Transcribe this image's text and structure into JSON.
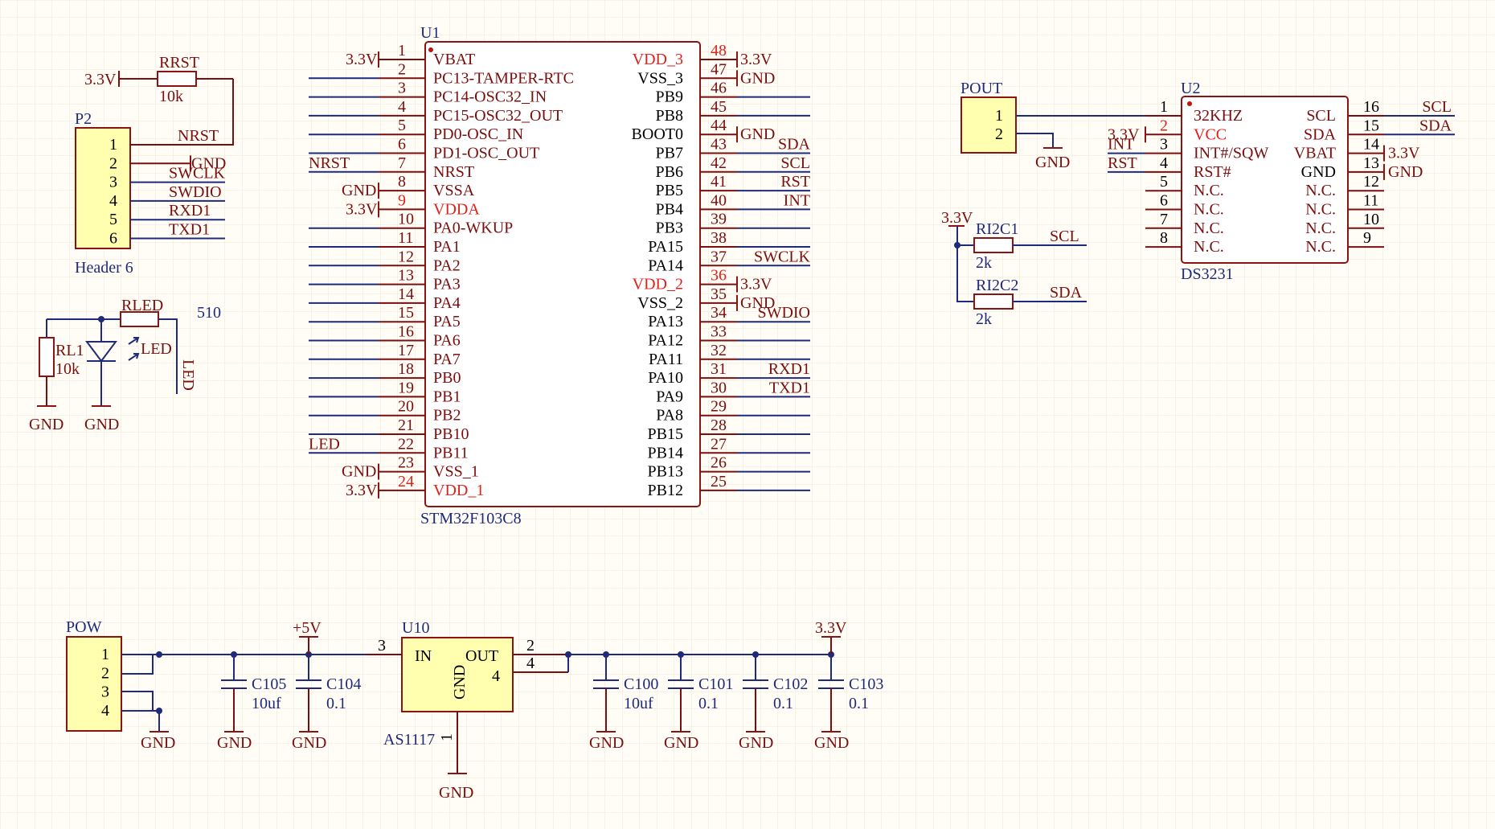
{
  "colors": {
    "background": "#FFFDF6",
    "grid": "#E8E2D4",
    "component": "#8A1414",
    "wire": "#1E2A7A",
    "power_pin_red": "#E0201A",
    "label": "#7A0E0E",
    "body_fill": "#FFFFFF",
    "connector_fill": "#FFFFAF"
  },
  "u1": {
    "designator": "U1",
    "part": "STM32F103C8",
    "left_pins": [
      {
        "num": "1",
        "name": "VBAT"
      },
      {
        "num": "2",
        "name": "PC13-TAMPER-RTC"
      },
      {
        "num": "3",
        "name": "PC14-OSC32_IN"
      },
      {
        "num": "4",
        "name": "PC15-OSC32_OUT"
      },
      {
        "num": "5",
        "name": "PD0-OSC_IN"
      },
      {
        "num": "6",
        "name": "PD1-OSC_OUT"
      },
      {
        "num": "7",
        "name": "NRST"
      },
      {
        "num": "8",
        "name": "VSSA"
      },
      {
        "num": "9",
        "name": "VDDA"
      },
      {
        "num": "10",
        "name": "PA0-WKUP"
      },
      {
        "num": "11",
        "name": "PA1"
      },
      {
        "num": "12",
        "name": "PA2"
      },
      {
        "num": "13",
        "name": "PA3"
      },
      {
        "num": "14",
        "name": "PA4"
      },
      {
        "num": "15",
        "name": "PA5"
      },
      {
        "num": "16",
        "name": "PA6"
      },
      {
        "num": "17",
        "name": "PA7"
      },
      {
        "num": "18",
        "name": "PB0"
      },
      {
        "num": "19",
        "name": "PB1"
      },
      {
        "num": "20",
        "name": "PB2"
      },
      {
        "num": "21",
        "name": "PB10"
      },
      {
        "num": "22",
        "name": "PB11"
      },
      {
        "num": "23",
        "name": "VSS_1"
      },
      {
        "num": "24",
        "name": "VDD_1"
      }
    ],
    "right_pins": [
      {
        "num": "48",
        "name": "VDD_3"
      },
      {
        "num": "47",
        "name": "VSS_3"
      },
      {
        "num": "46",
        "name": "PB9"
      },
      {
        "num": "45",
        "name": "PB8"
      },
      {
        "num": "44",
        "name": "BOOT0"
      },
      {
        "num": "43",
        "name": "PB7"
      },
      {
        "num": "42",
        "name": "PB6"
      },
      {
        "num": "41",
        "name": "PB5"
      },
      {
        "num": "40",
        "name": "PB4"
      },
      {
        "num": "39",
        "name": "PB3"
      },
      {
        "num": "38",
        "name": "PA15"
      },
      {
        "num": "37",
        "name": "PA14"
      },
      {
        "num": "36",
        "name": "VDD_2"
      },
      {
        "num": "35",
        "name": "VSS_2"
      },
      {
        "num": "34",
        "name": "PA13"
      },
      {
        "num": "33",
        "name": "PA12"
      },
      {
        "num": "32",
        "name": "PA11"
      },
      {
        "num": "31",
        "name": "PA10"
      },
      {
        "num": "30",
        "name": "PA9"
      },
      {
        "num": "29",
        "name": "PA8"
      },
      {
        "num": "28",
        "name": "PB15"
      },
      {
        "num": "27",
        "name": "PB14"
      },
      {
        "num": "26",
        "name": "PB13"
      },
      {
        "num": "25",
        "name": "PB12"
      }
    ],
    "left_nets": {
      "1": "3.3V",
      "7": "NRST",
      "8": "GND",
      "9": "3.3V",
      "22": "LED",
      "23": "GND",
      "24": "3.3V"
    },
    "right_nets": {
      "48": "3.3V",
      "47": "GND",
      "44": "GND",
      "43": "SDA",
      "42": "SCL",
      "41": "RST",
      "40": "INT",
      "36": "3.3V",
      "35": "GND",
      "37": "SWCLK",
      "34": "SWDIO",
      "31": "RXD1",
      "30": "TXD1"
    }
  },
  "p2": {
    "designator": "P2",
    "part": "Header 6",
    "pins": [
      "1",
      "2",
      "3",
      "4",
      "5",
      "6"
    ],
    "nets": [
      "NRST",
      "GND",
      "SWCLK",
      "SWDIO",
      "RXD1",
      "TXD1"
    ]
  },
  "rrst": {
    "designator": "RRST",
    "value": "10k",
    "supply": "3.3V"
  },
  "led_circuit": {
    "rled": "RLED",
    "rled_value": "510",
    "rl1": "RL1",
    "rl1_value": "10k",
    "led": "LED",
    "net": "LED",
    "gnd1": "GND",
    "gnd2": "GND"
  },
  "pout": {
    "designator": "POUT",
    "pins": [
      "1",
      "2"
    ],
    "gnd": "GND"
  },
  "u2": {
    "designator": "U2",
    "part": "DS3231",
    "left_pins": [
      {
        "num": "1",
        "name": "32KHZ"
      },
      {
        "num": "2",
        "name": "VCC"
      },
      {
        "num": "3",
        "name": "INT#/SQW"
      },
      {
        "num": "4",
        "name": "RST#"
      },
      {
        "num": "5",
        "name": "N.C."
      },
      {
        "num": "6",
        "name": "N.C."
      },
      {
        "num": "7",
        "name": "N.C."
      },
      {
        "num": "8",
        "name": "N.C."
      }
    ],
    "right_pins": [
      {
        "num": "16",
        "name": "SCL"
      },
      {
        "num": "15",
        "name": "SDA"
      },
      {
        "num": "14",
        "name": "VBAT"
      },
      {
        "num": "13",
        "name": "GND"
      },
      {
        "num": "12",
        "name": "N.C."
      },
      {
        "num": "11",
        "name": "N.C."
      },
      {
        "num": "10",
        "name": "N.C."
      },
      {
        "num": "9",
        "name": "N.C."
      }
    ],
    "left_nets": {
      "2": "3.3V",
      "3": "INT",
      "4": "RST"
    },
    "right_nets": {
      "16": "SCL",
      "15": "SDA",
      "14": "3.3V",
      "13": "GND"
    }
  },
  "i2c": {
    "supply": "3.3V",
    "r1": "RI2C1",
    "r1_value": "2k",
    "net1": "SCL",
    "r2": "RI2C2",
    "r2_value": "2k",
    "net2": "SDA"
  },
  "power": {
    "pow": "POW",
    "pow_pins": [
      "1",
      "2",
      "3",
      "4"
    ],
    "plus5v": "+5V",
    "u10": "U10",
    "u10_part": "AS1117",
    "u10_in": "IN",
    "u10_out": "OUT",
    "u10_gnd": "GND",
    "u10_pin_in": "3",
    "u10_pin_out": "2",
    "u10_pin_out4": "4",
    "u10_pin_gnd": "1",
    "supply_out": "3.3V",
    "caps": [
      {
        "name": "C105",
        "value": "10uf"
      },
      {
        "name": "C104",
        "value": "0.1"
      },
      {
        "name": "C100",
        "value": "10uf"
      },
      {
        "name": "C101",
        "value": "0.1"
      },
      {
        "name": "C102",
        "value": "0.1"
      },
      {
        "name": "C103",
        "value": "0.1"
      }
    ],
    "gnd": "GND"
  }
}
